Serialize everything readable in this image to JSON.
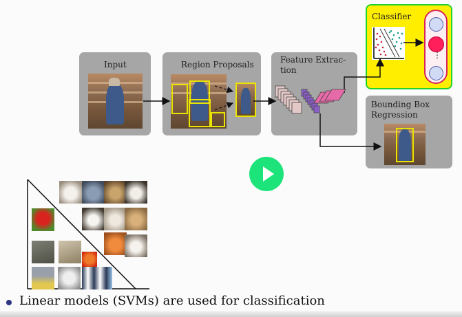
{
  "pipeline": {
    "input_label": "Input",
    "region_label": "Region Proposals",
    "feature_label_1": "Feature Extrac-",
    "feature_label_2": "tion",
    "classifier_label": "Classifier",
    "bbox_label_1": "Bounding Box",
    "bbox_label_2": "Regression",
    "classifier_dots": "⋮"
  },
  "caption": {
    "text": "Linear models (SVMs) are used for classification"
  },
  "colors": {
    "stage_bg": "#a6a6a6",
    "highlight_yellow": "#ffee00",
    "highlight_border": "#22d42a",
    "proposal_box": "#e9e400",
    "network_purple": "#8a5fc8",
    "network_pink": "#e76aa8",
    "play_button": "#1de47a",
    "bullet": "#2e3680"
  },
  "player": {
    "play_icon": "play-icon"
  }
}
